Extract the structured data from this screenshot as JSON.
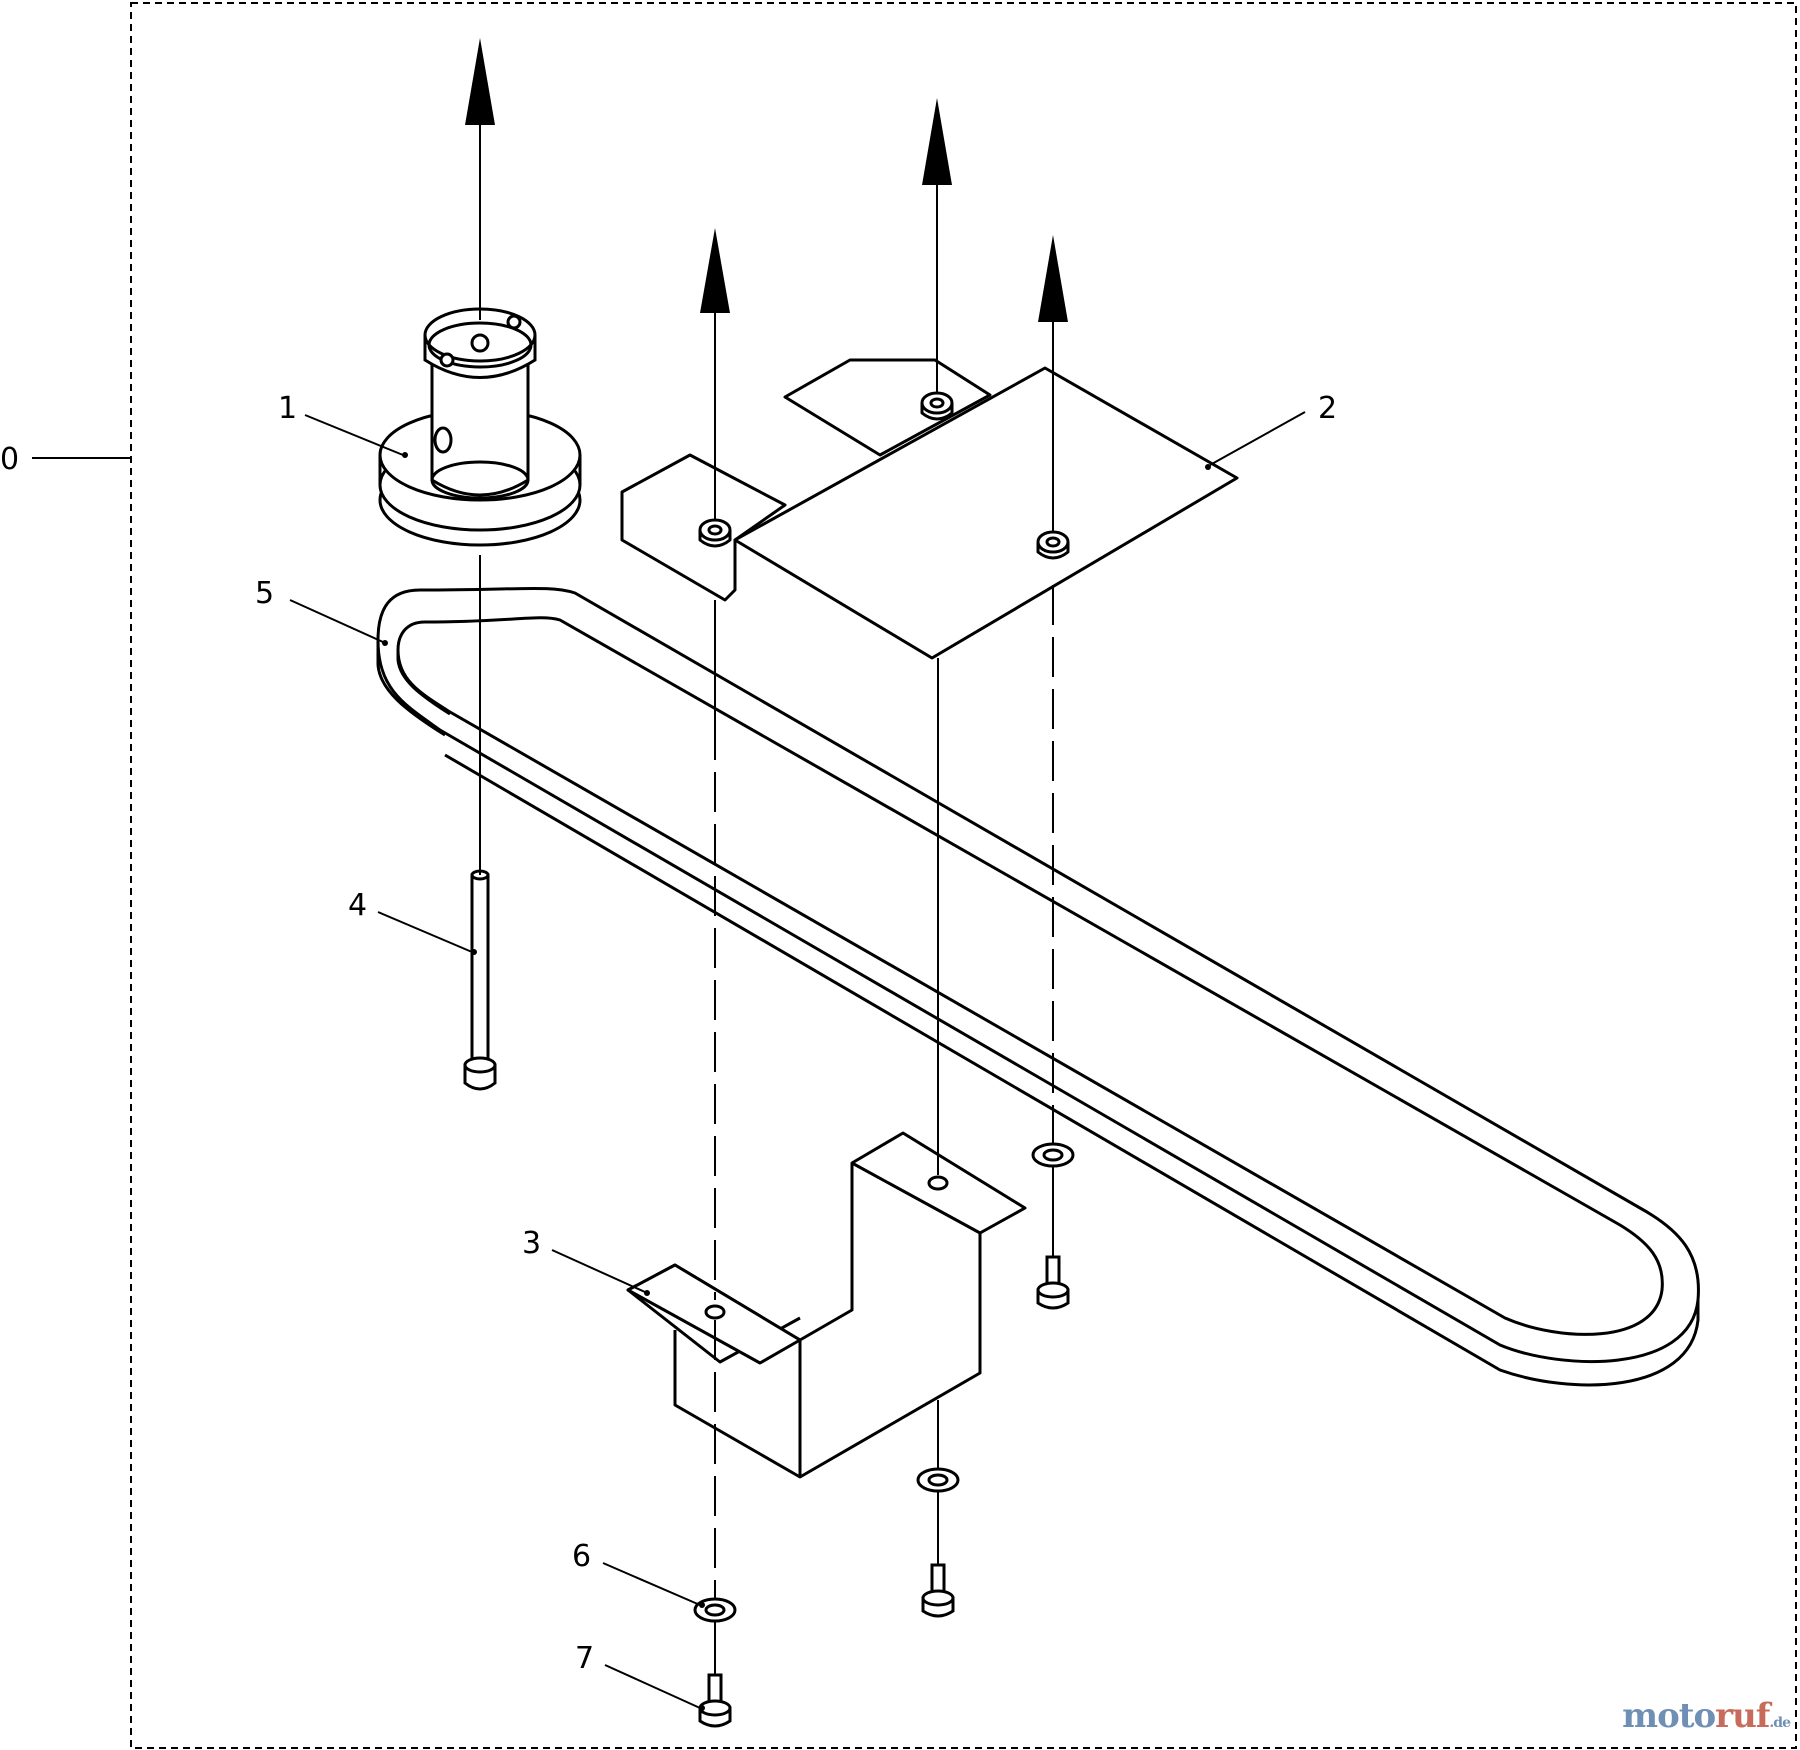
{
  "diagram": {
    "assembly_callout": "0",
    "callouts": {
      "pulley": "1",
      "top_plate": "2",
      "bottom_bracket": "3",
      "long_bolt": "4",
      "belt": "5",
      "washer": "6",
      "screw": "7"
    }
  },
  "watermark": {
    "part1": "moto",
    "part2": "ruf",
    "tld": ".de"
  }
}
